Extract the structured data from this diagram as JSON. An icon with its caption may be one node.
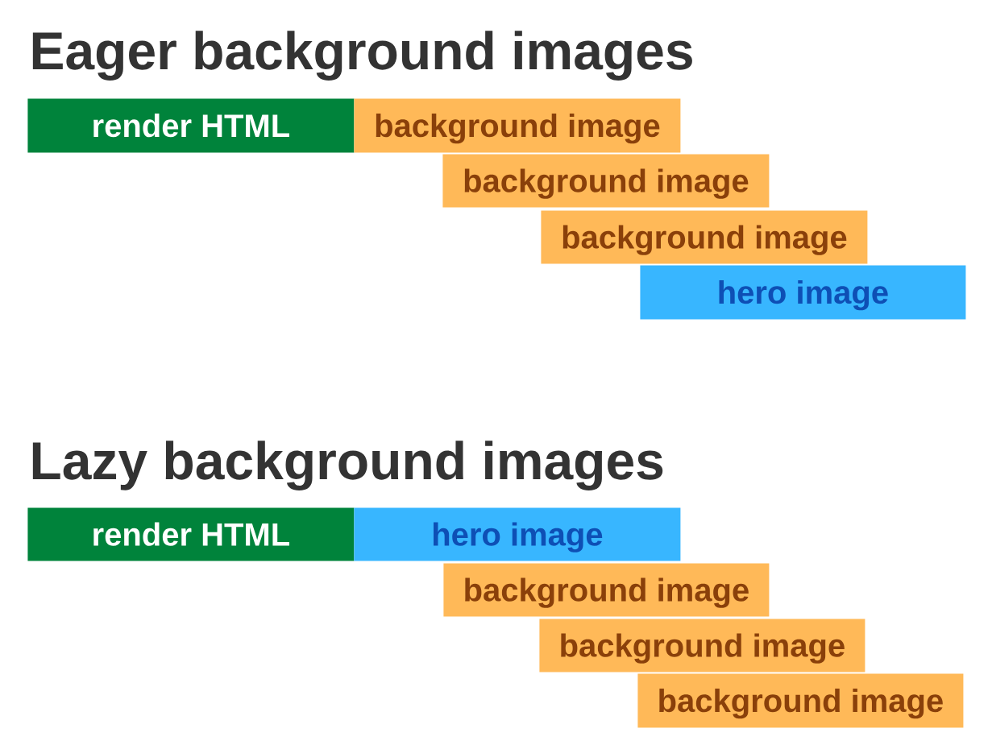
{
  "diagram": {
    "nodes": [
      {
        "text": [
          "render HTML"
        ]
      },
      {
        "text": [
          "background image"
        ]
      },
      {
        "text": [
          "background image"
        ]
      },
      {
        "text": [
          "background image"
        ]
      },
      {
        "text": [
          "hero image"
        ]
      },
      {
        "text": [
          "render HTML"
        ]
      },
      {
        "text": [
          "hero image"
        ]
      },
      {
        "text": [
          "background image"
        ]
      },
      {
        "text": [
          "background image"
        ]
      },
      {
        "text": [
          "background image"
        ]
      }
    ],
    "labels": [
      "Eager background images",
      "Lazy background images"
    ]
  }
}
